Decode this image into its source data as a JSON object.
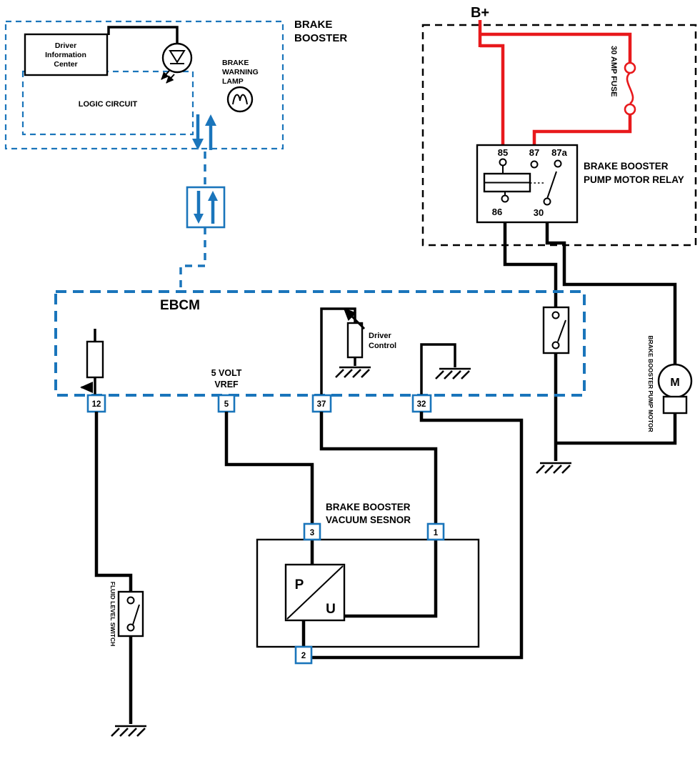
{
  "colors": {
    "blue": "#1a75bb",
    "red": "#e8191c",
    "black": "#000000"
  },
  "labels": {
    "brake_booster": [
      "BRAKE",
      "BOOSTER"
    ],
    "driver_info": [
      "Driver",
      "Information",
      "Center"
    ],
    "logic_circuit": "LOGIC CIRCUIT",
    "warning_lamp": [
      "BRAKE",
      "WARNING",
      "LAMP"
    ],
    "b_plus": "B+",
    "fuse": "30 AMP FUSE",
    "relay": {
      "t85": "85",
      "t87": "87",
      "t87a": "87a",
      "t86": "86",
      "t30": "30",
      "name": [
        "BRAKE BOOSTER",
        "PUMP MOTOR RELAY"
      ]
    },
    "motor": {
      "m": "M",
      "name": "BRAKE BOOSTER PUMP MOTOR"
    },
    "ebcm": {
      "title": "EBCM",
      "vref": [
        "5 VOLT",
        "VREF"
      ],
      "driver_control": [
        "Driver",
        "Control"
      ],
      "pins": {
        "p12": "12",
        "p5": "5",
        "p37": "37",
        "p32": "32"
      }
    },
    "sensor": {
      "name": [
        "BRAKE BOOSTER",
        "VACUUM SESNOR"
      ],
      "p": "P",
      "u": "U",
      "pins": {
        "p3": "3",
        "p1": "1",
        "p2": "2"
      }
    },
    "fluid_switch": "FLUID LEVEL SWITCH"
  }
}
